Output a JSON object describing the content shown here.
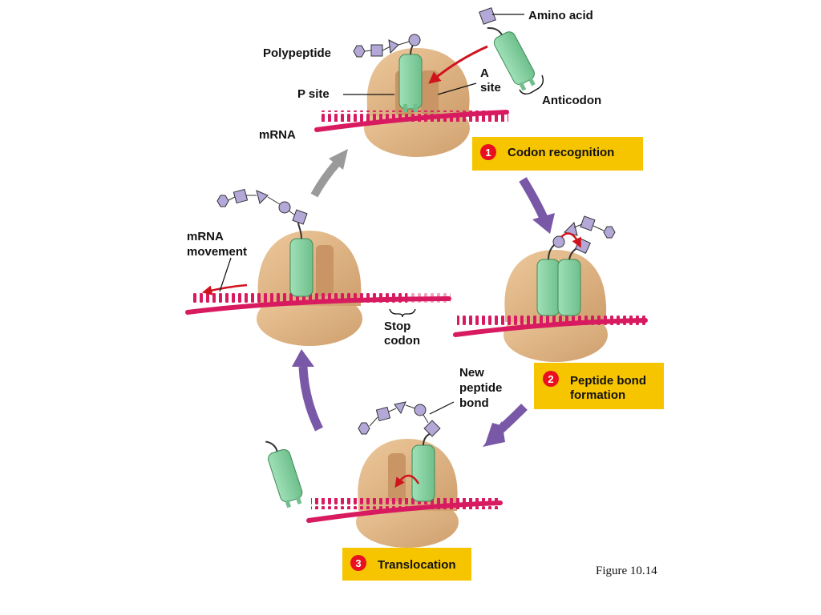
{
  "labels": {
    "amino_acid": "Amino acid",
    "polypeptide": "Polypeptide",
    "a_site_1": "A",
    "a_site_2": "site",
    "p_site": "P site",
    "anticodon": "Anticodon",
    "mrna": "mRNA",
    "mrna_movement_1": "mRNA",
    "mrna_movement_2": "movement",
    "stop_codon_1": "Stop",
    "stop_codon_2": "codon",
    "new_peptide_bond_1": "New",
    "new_peptide_bond_2": "peptide",
    "new_peptide_bond_3": "bond"
  },
  "steps": [
    {
      "number": "1",
      "line1": "Codon recognition",
      "line2": ""
    },
    {
      "number": "2",
      "line1": "Peptide bond",
      "line2": "formation"
    },
    {
      "number": "3",
      "line1": "Translocation",
      "line2": ""
    }
  ],
  "figure_caption": "Figure 10.14",
  "colors": {
    "ribosome": "#e0b583",
    "trna": "#8fd3a8",
    "mrna": "#d81b60",
    "amino_acid": "#b4a8d8",
    "cycle_arrow": "#7a58a8",
    "movement_arrow": "#9a9a9a",
    "red_arrow": "#d0141e",
    "step_box": "#f7c500",
    "step_number": "#e8101f"
  }
}
